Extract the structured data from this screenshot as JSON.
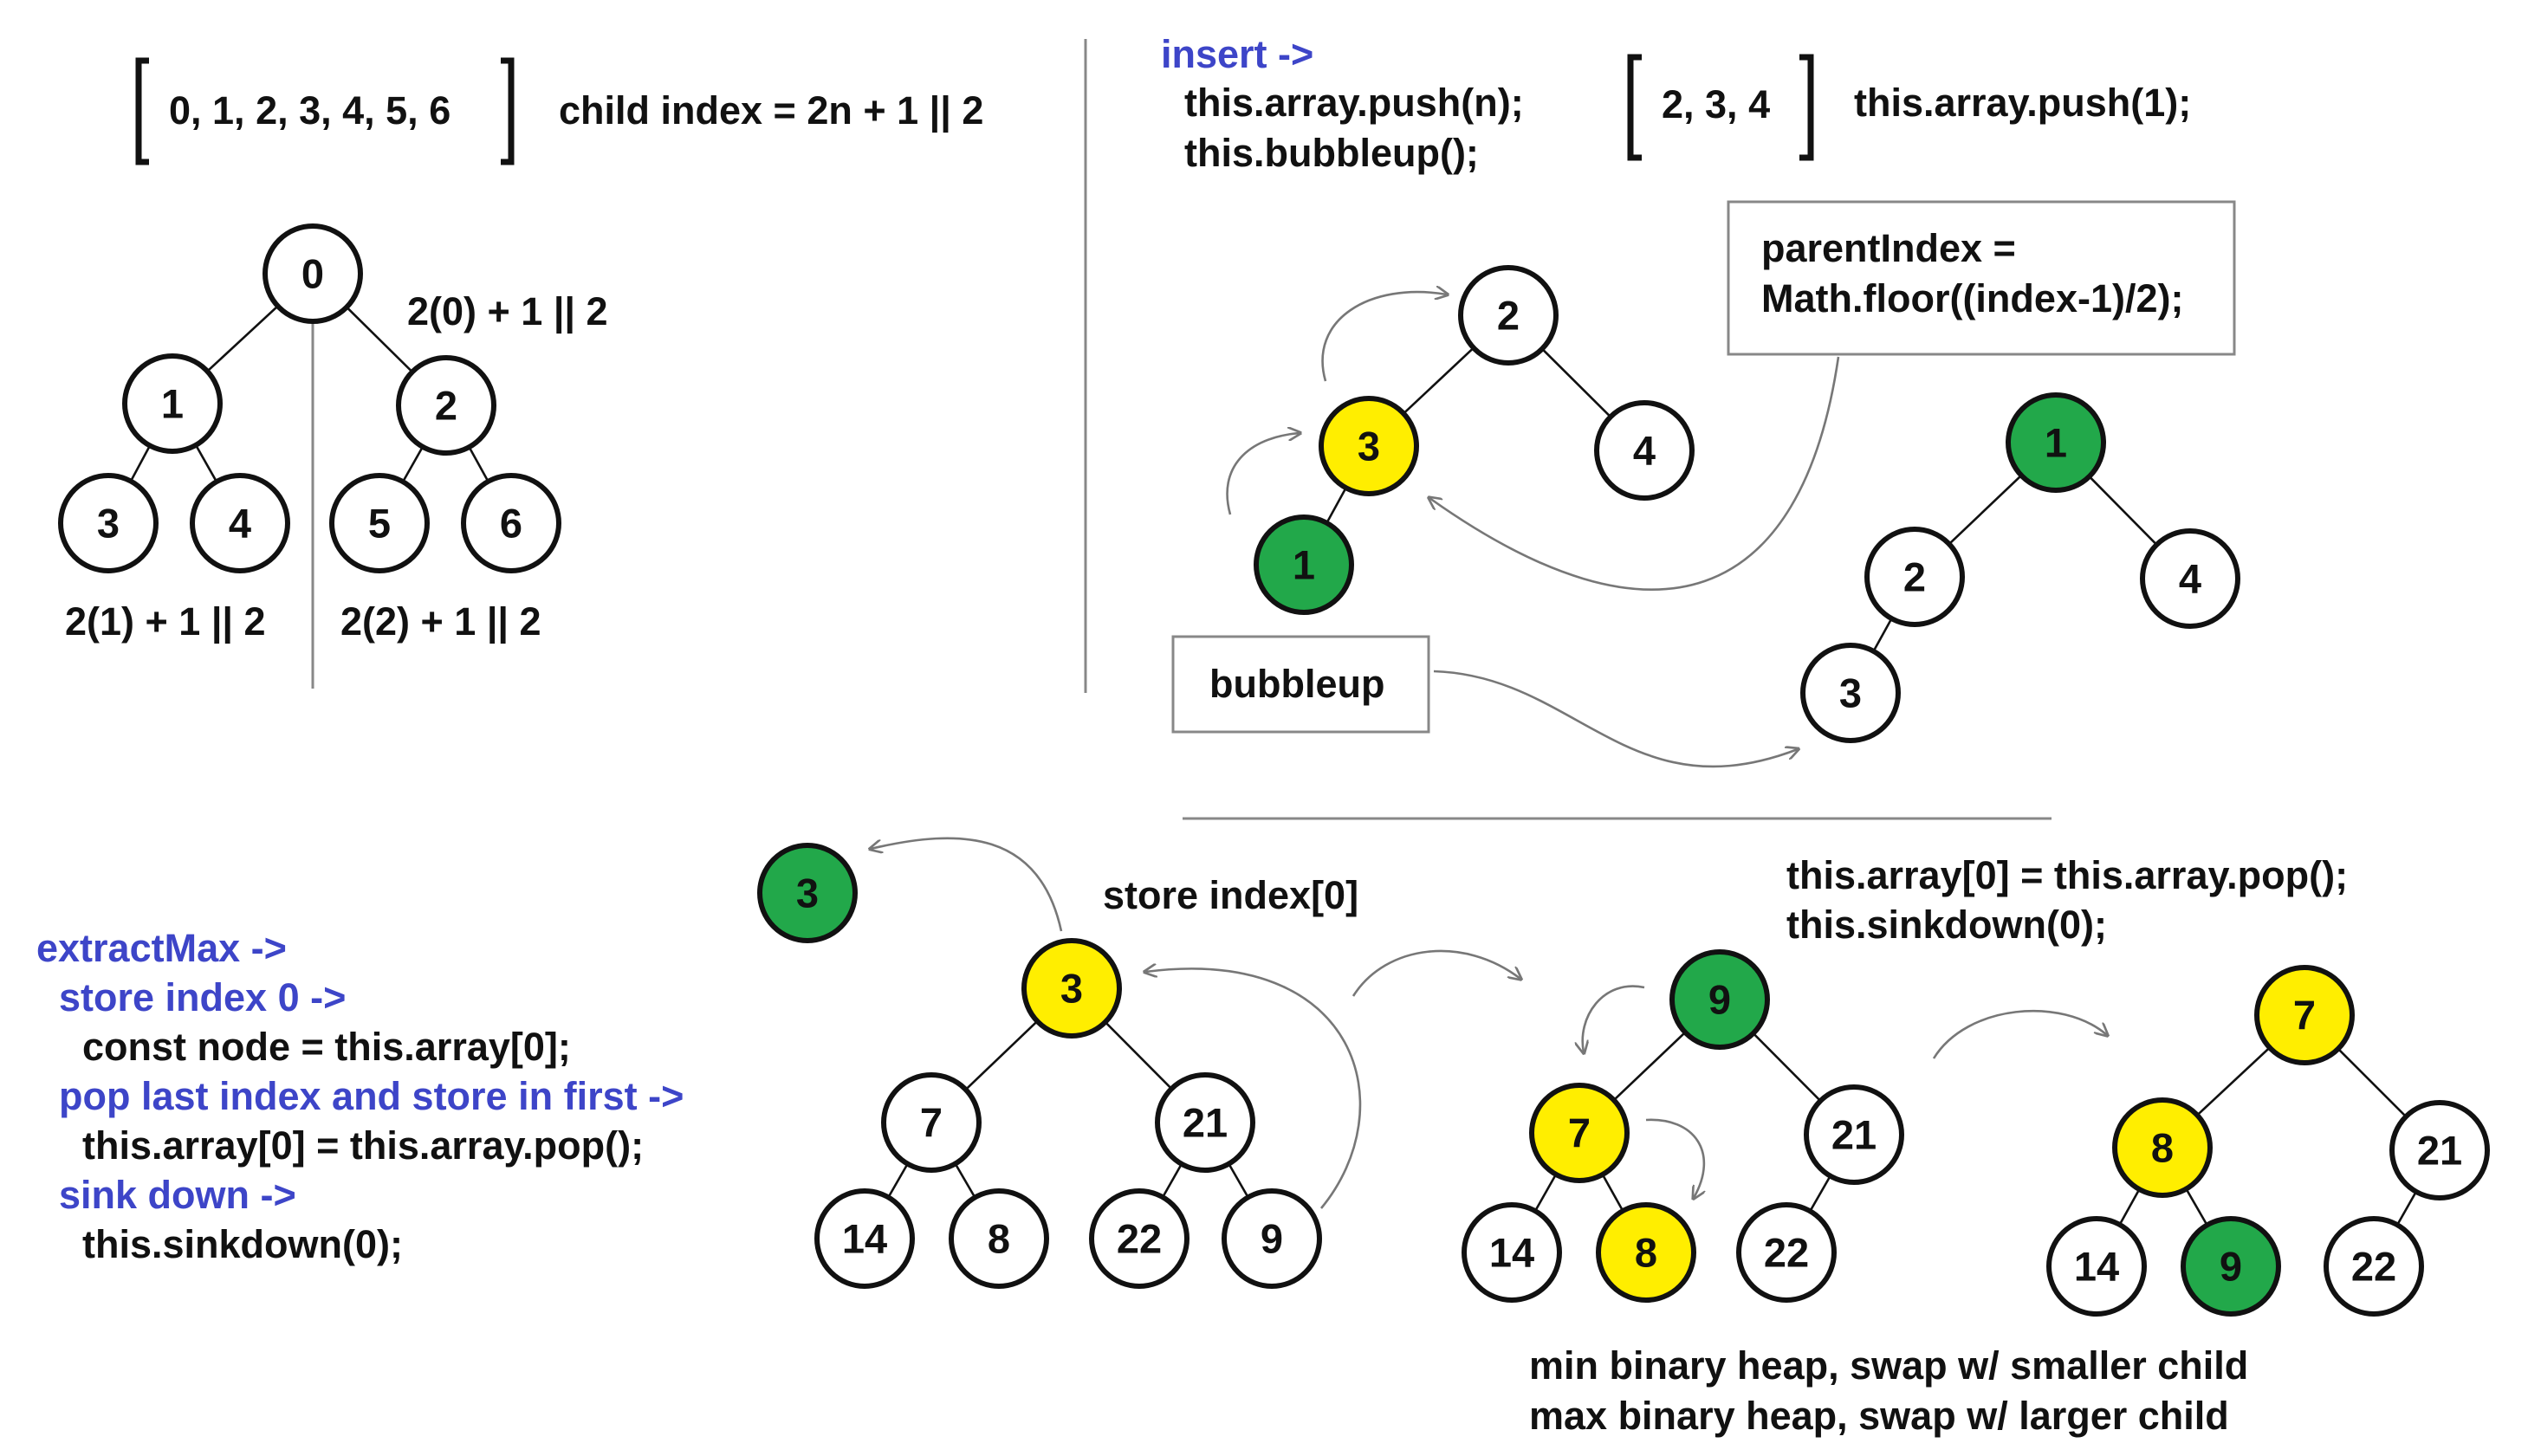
{
  "colors": {
    "white_node": "#ffffff",
    "yellow_node": "#ffee00",
    "green_node": "#22a84a",
    "blue_text": "#3d45c8"
  },
  "section1": {
    "array_text": "0, 1, 2, 3, 4, 5, 6",
    "formula": "child index = 2n + 1 || 2",
    "tree_nodes": [
      "0",
      "1",
      "2",
      "3",
      "4",
      "5",
      "6"
    ],
    "ann_root": "2(0) + 1 || 2",
    "ann_left": "2(1) + 1 || 2",
    "ann_right": "2(2) + 1 || 2"
  },
  "section2": {
    "insert_label": "insert ->",
    "code_line1": "this.array.push(n);",
    "code_line2": "this.bubbleup();",
    "array_text": "2, 3, 4",
    "push_code": "this.array.push(1);",
    "parent_line1": "parentIndex =",
    "parent_line2": "Math.floor((index-1)/2);",
    "bubbleup_label": "bubbleup",
    "tree1_nodes": [
      "2",
      "3",
      "4",
      "1"
    ],
    "tree2_nodes": [
      "1",
      "2",
      "4",
      "3"
    ]
  },
  "section3": {
    "extract_label": "extractMax ->",
    "step1_label": "store index 0 ->",
    "step1_code": "const node = this.array[0];",
    "step2_label": "pop last index and store in first ->",
    "step2_code": "this.array[0] = this.array.pop();",
    "step3_label": "sink down ->",
    "step3_code": "this.sinkdown(0);",
    "stored_node": "3",
    "store_text": "store index[0]",
    "code_line1": "this.array[0] = this.array.pop();",
    "code_line2": "this.sinkdown(0);",
    "tree1_nodes": [
      "3",
      "7",
      "21",
      "14",
      "8",
      "22",
      "9"
    ],
    "tree2_nodes": [
      "9",
      "7",
      "21",
      "14",
      "8",
      "22"
    ],
    "tree3_nodes": [
      "7",
      "8",
      "21",
      "14",
      "9",
      "22"
    ],
    "note_line1": "min binary heap, swap w/ smaller child",
    "note_line2": "max binary heap, swap w/ larger child"
  }
}
